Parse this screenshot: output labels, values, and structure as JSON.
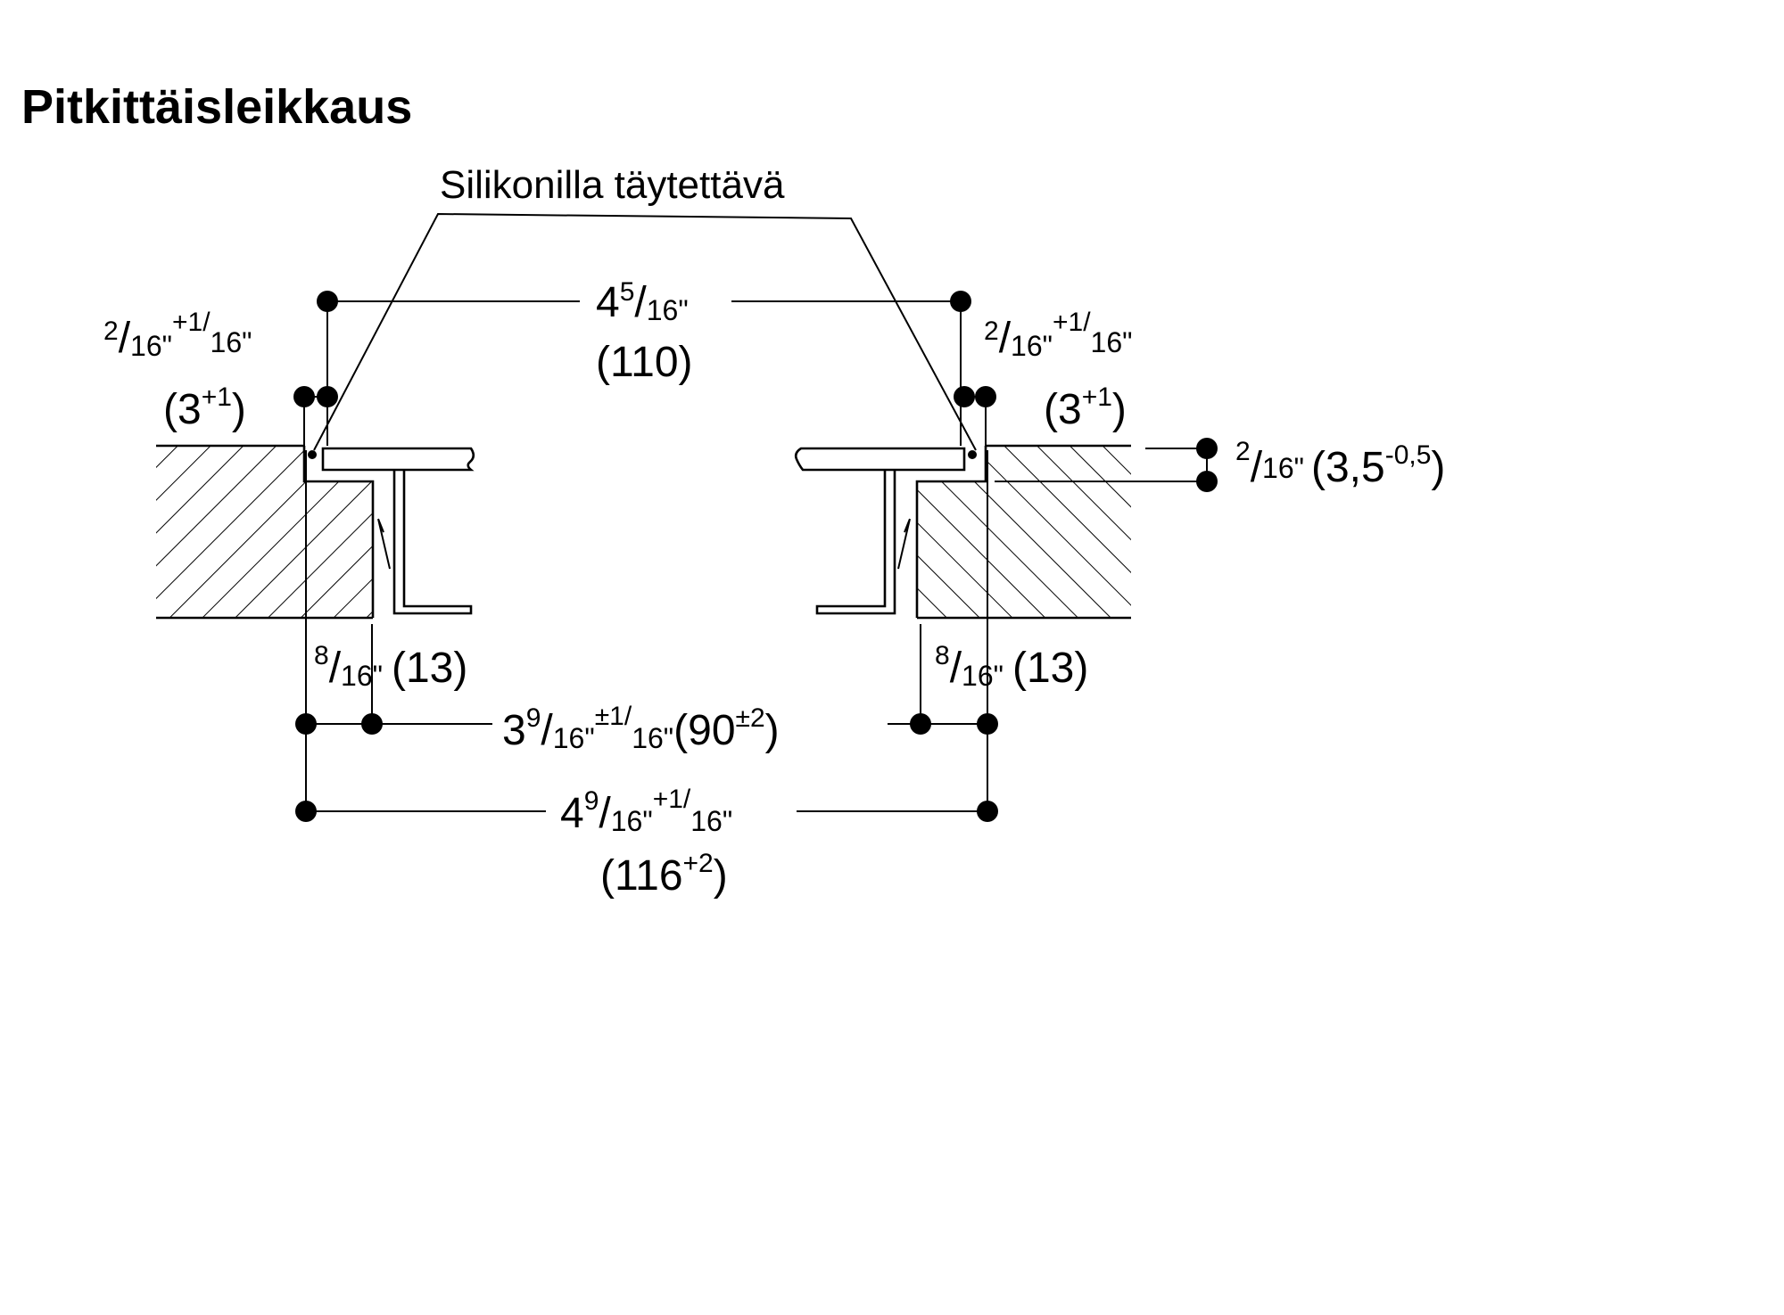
{
  "title": "Pitkittäisleikkaus",
  "callout": "Silikonilla täytettävä",
  "dims": {
    "top_width": {
      "whole": "4",
      "num": "5",
      "den": "16\"",
      "metric": "(110)"
    },
    "left_gap": {
      "num": "2",
      "den": "16\"",
      "tol_num": "+1",
      "tol_den": "16\"",
      "metric_base": "(3",
      "metric_tol": "+1",
      "metric_close": ")"
    },
    "right_gap": {
      "num": "2",
      "den": "16\"",
      "tol_num": "+1",
      "tol_den": "16\"",
      "metric_base": "(3",
      "metric_tol": "+1",
      "metric_close": ")"
    },
    "height": {
      "num": "2",
      "den": "16\"",
      "metric_base": "(3,5",
      "metric_tol": "-0,5",
      "metric_close": ")"
    },
    "left_support": {
      "num": "8",
      "den": "16\"",
      "metric": "(13)"
    },
    "right_support": {
      "num": "8",
      "den": "16\"",
      "metric": "(13)"
    },
    "inner_width": {
      "whole": "3",
      "num": "9",
      "den": "16\"",
      "tol_num": "±1",
      "tol_den": "16\"",
      "metric_base": "(90",
      "metric_tol": "±2",
      "metric_close": ")"
    },
    "cutout_width": {
      "whole": "4",
      "num": "9",
      "den": "16\"",
      "tol_num": "+1",
      "tol_den": "16\"",
      "metric_base": "(116",
      "metric_tol": "+2",
      "metric_close": ")"
    }
  }
}
